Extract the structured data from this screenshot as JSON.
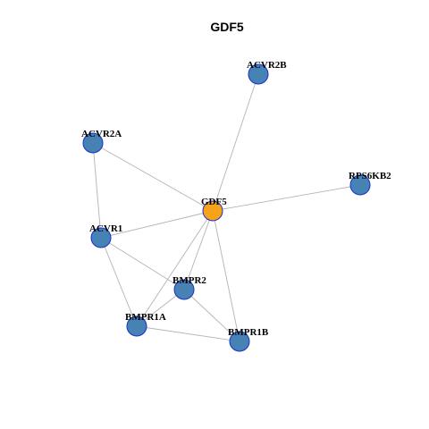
{
  "graph": {
    "title": "GDF5",
    "colors": {
      "center_node": "#f5a31a",
      "neighbor_node": "#4682b4",
      "node_border": "#1a2fcc",
      "edge": "#b3b3b3"
    },
    "center": "GDF5",
    "nodes": [
      "ACVR2B",
      "ACVR2A",
      "RPS6KB2",
      "GDF5",
      "ACVR1",
      "BMPR2",
      "BMPR1A",
      "BMPR1B"
    ],
    "edges": [
      [
        "GDF5",
        "ACVR2B"
      ],
      [
        "GDF5",
        "ACVR2A"
      ],
      [
        "GDF5",
        "RPS6KB2"
      ],
      [
        "GDF5",
        "ACVR1"
      ],
      [
        "GDF5",
        "BMPR2"
      ],
      [
        "GDF5",
        "BMPR1A"
      ],
      [
        "GDF5",
        "BMPR1B"
      ],
      [
        "ACVR2A",
        "ACVR1"
      ],
      [
        "ACVR1",
        "BMPR2"
      ],
      [
        "ACVR1",
        "BMPR1A"
      ],
      [
        "BMPR2",
        "BMPR1A"
      ],
      [
        "BMPR2",
        "BMPR1B"
      ],
      [
        "BMPR1A",
        "BMPR1B"
      ]
    ]
  }
}
